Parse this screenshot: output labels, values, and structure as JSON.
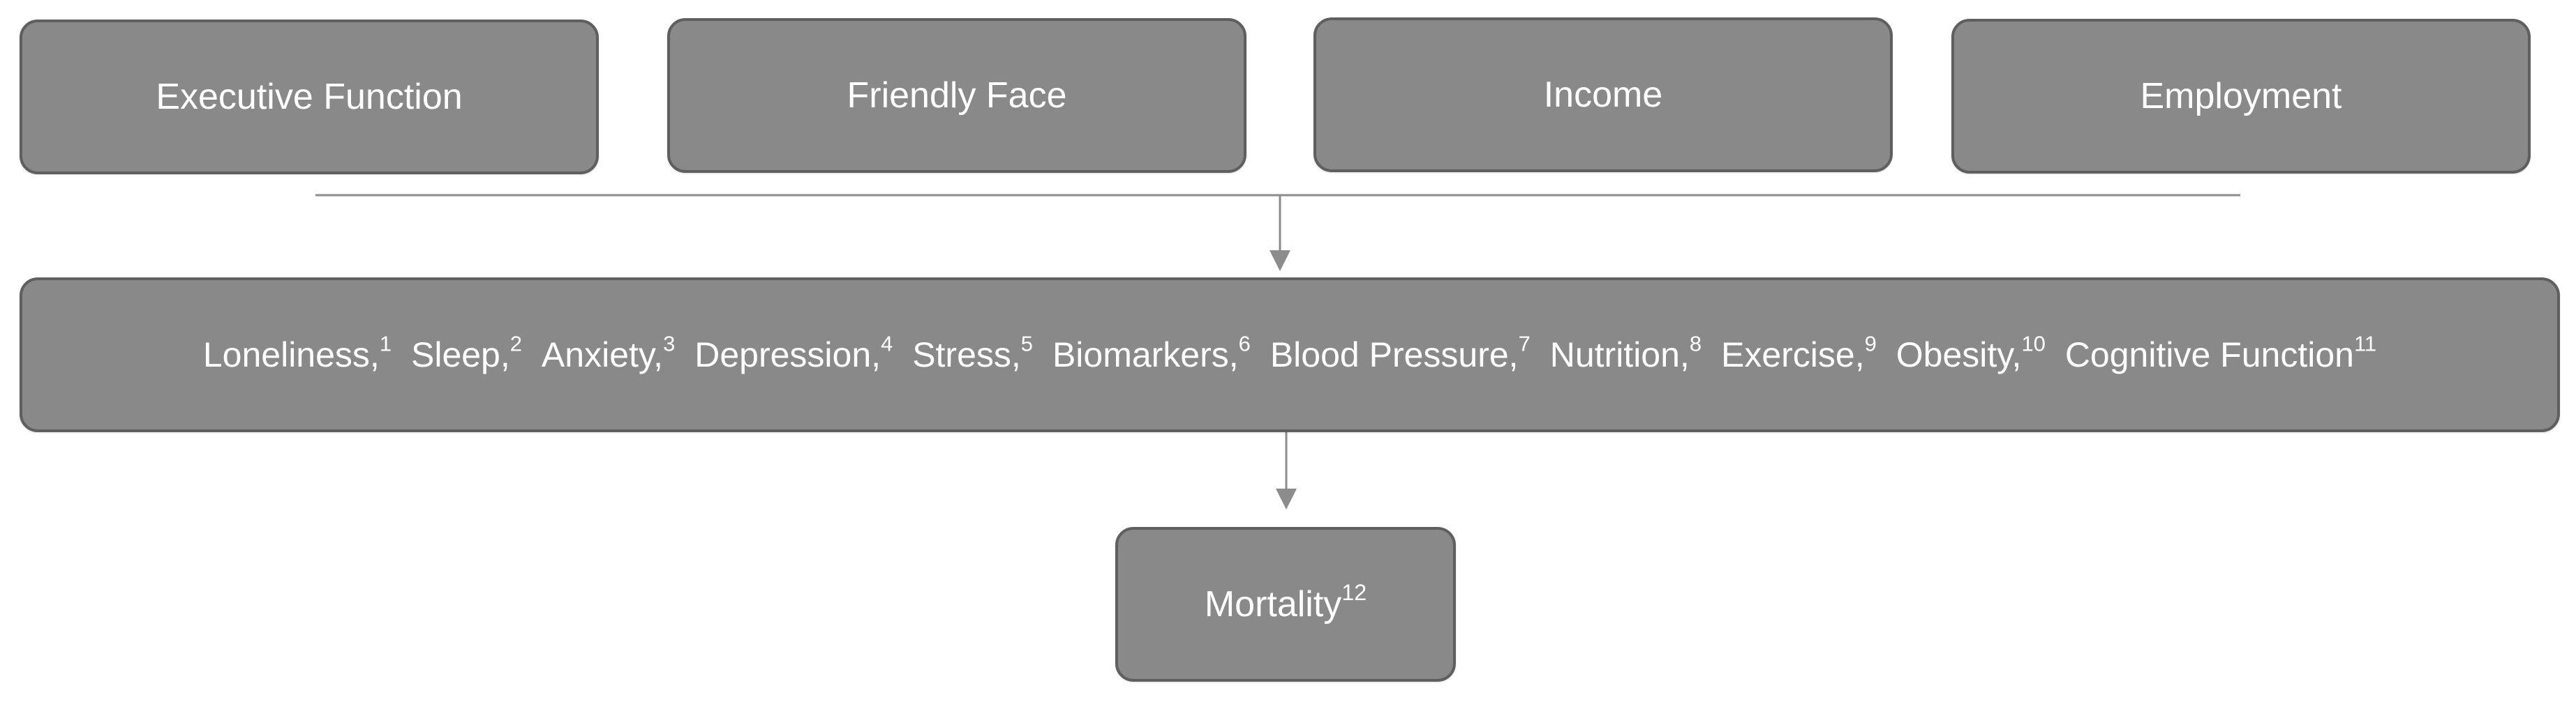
{
  "top_factors": [
    {
      "label": "Executive Function"
    },
    {
      "label": "Friendly Face"
    },
    {
      "label": "Income"
    },
    {
      "label": "Employment"
    }
  ],
  "mediators": [
    {
      "label": "Loneliness,",
      "ref": "1"
    },
    {
      "label": "Sleep,",
      "ref": "2"
    },
    {
      "label": "Anxiety,",
      "ref": "3"
    },
    {
      "label": "Depression,",
      "ref": "4"
    },
    {
      "label": "Stress,",
      "ref": "5"
    },
    {
      "label": "Biomarkers,",
      "ref": "6"
    },
    {
      "label": "Blood Pressure,",
      "ref": "7"
    },
    {
      "label": "Nutrition,",
      "ref": "8"
    },
    {
      "label": "Exercise,",
      "ref": "9"
    },
    {
      "label": "Obesity,",
      "ref": "10"
    },
    {
      "label": "Cognitive Function",
      "ref": "11"
    }
  ],
  "outcome": {
    "label": "Mortality",
    "ref": "12"
  },
  "colors": {
    "box_fill": "#898989",
    "box_border": "#5f5f5f",
    "text": "#ffffff",
    "connector": "#8c8c8c"
  }
}
